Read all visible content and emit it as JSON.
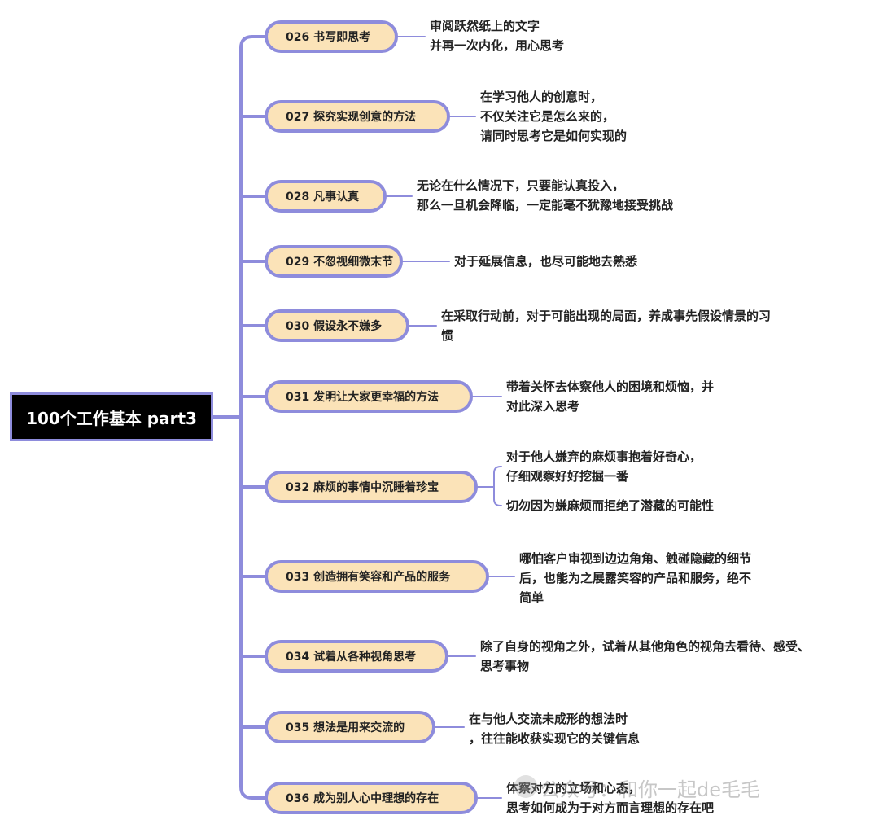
{
  "root": {
    "label": "100个工作基本 part3"
  },
  "colors": {
    "line": "#8e8cdc",
    "pill_fill": "#fbe3b8",
    "root_fill": "#000000",
    "text": "#222222"
  },
  "items": [
    {
      "label": "026 书写即思考",
      "notes": [
        "审阅跃然纸上的文字",
        "并再一次内化，用心思考"
      ]
    },
    {
      "label": "027 探究实现创意的方法",
      "notes": [
        "在学习他人的创意时，",
        "不仅关注它是怎么来的，",
        "请同时思考它是如何实现的"
      ]
    },
    {
      "label": "028 凡事认真",
      "notes": [
        "无论在什么情况下，只要能认真投入，",
        "那么一旦机会降临，一定能毫不犹豫地接受挑战"
      ]
    },
    {
      "label": "029 不忽视细微末节",
      "notes": [
        "对于延展信息，也尽可能地去熟悉"
      ]
    },
    {
      "label": "030 假设永不嫌多",
      "notes": [
        "在采取行动前，对于可能出现的局面，养成事先假设情景的习",
        "惯"
      ]
    },
    {
      "label": "031 发明让大家更幸福的方法",
      "notes": [
        "带着关怀去体察他人的困境和烦恼，并",
        "对此深入思考"
      ]
    },
    {
      "label": "032 麻烦的事情中沉睡着珍宝",
      "notes": [
        "对于他人嫌弃的麻烦事抱着好奇心，",
        "仔细观察好好挖掘一番"
      ],
      "notes2": [
        "切勿因为嫌麻烦而拒绝了潜藏的可能性"
      ]
    },
    {
      "label": "033 创造拥有笑容和产品的服务",
      "notes": [
        "哪怕客户审视到边边角角、触碰隐藏的细节",
        "后，也能为之展露笑容的产品和服务，绝不",
        "简单"
      ]
    },
    {
      "label": "034 试着从各种视角思考",
      "notes": [
        "除了自身的视角之外，试着从其他角色的视角去看待、感受、",
        "思考事物"
      ]
    },
    {
      "label": "035 想法是用来交流的",
      "notes": [
        "在与他人交流未成形的想法时",
        "，往往能收获实现它的关键信息"
      ]
    },
    {
      "label": "036 成为别人心中理想的存在",
      "notes": [
        "体察对方的立场和心态，",
        "思考如何成为于对方而言理想的存在吧"
      ]
    }
  ],
  "watermark": "公众号：和你一起de毛毛"
}
